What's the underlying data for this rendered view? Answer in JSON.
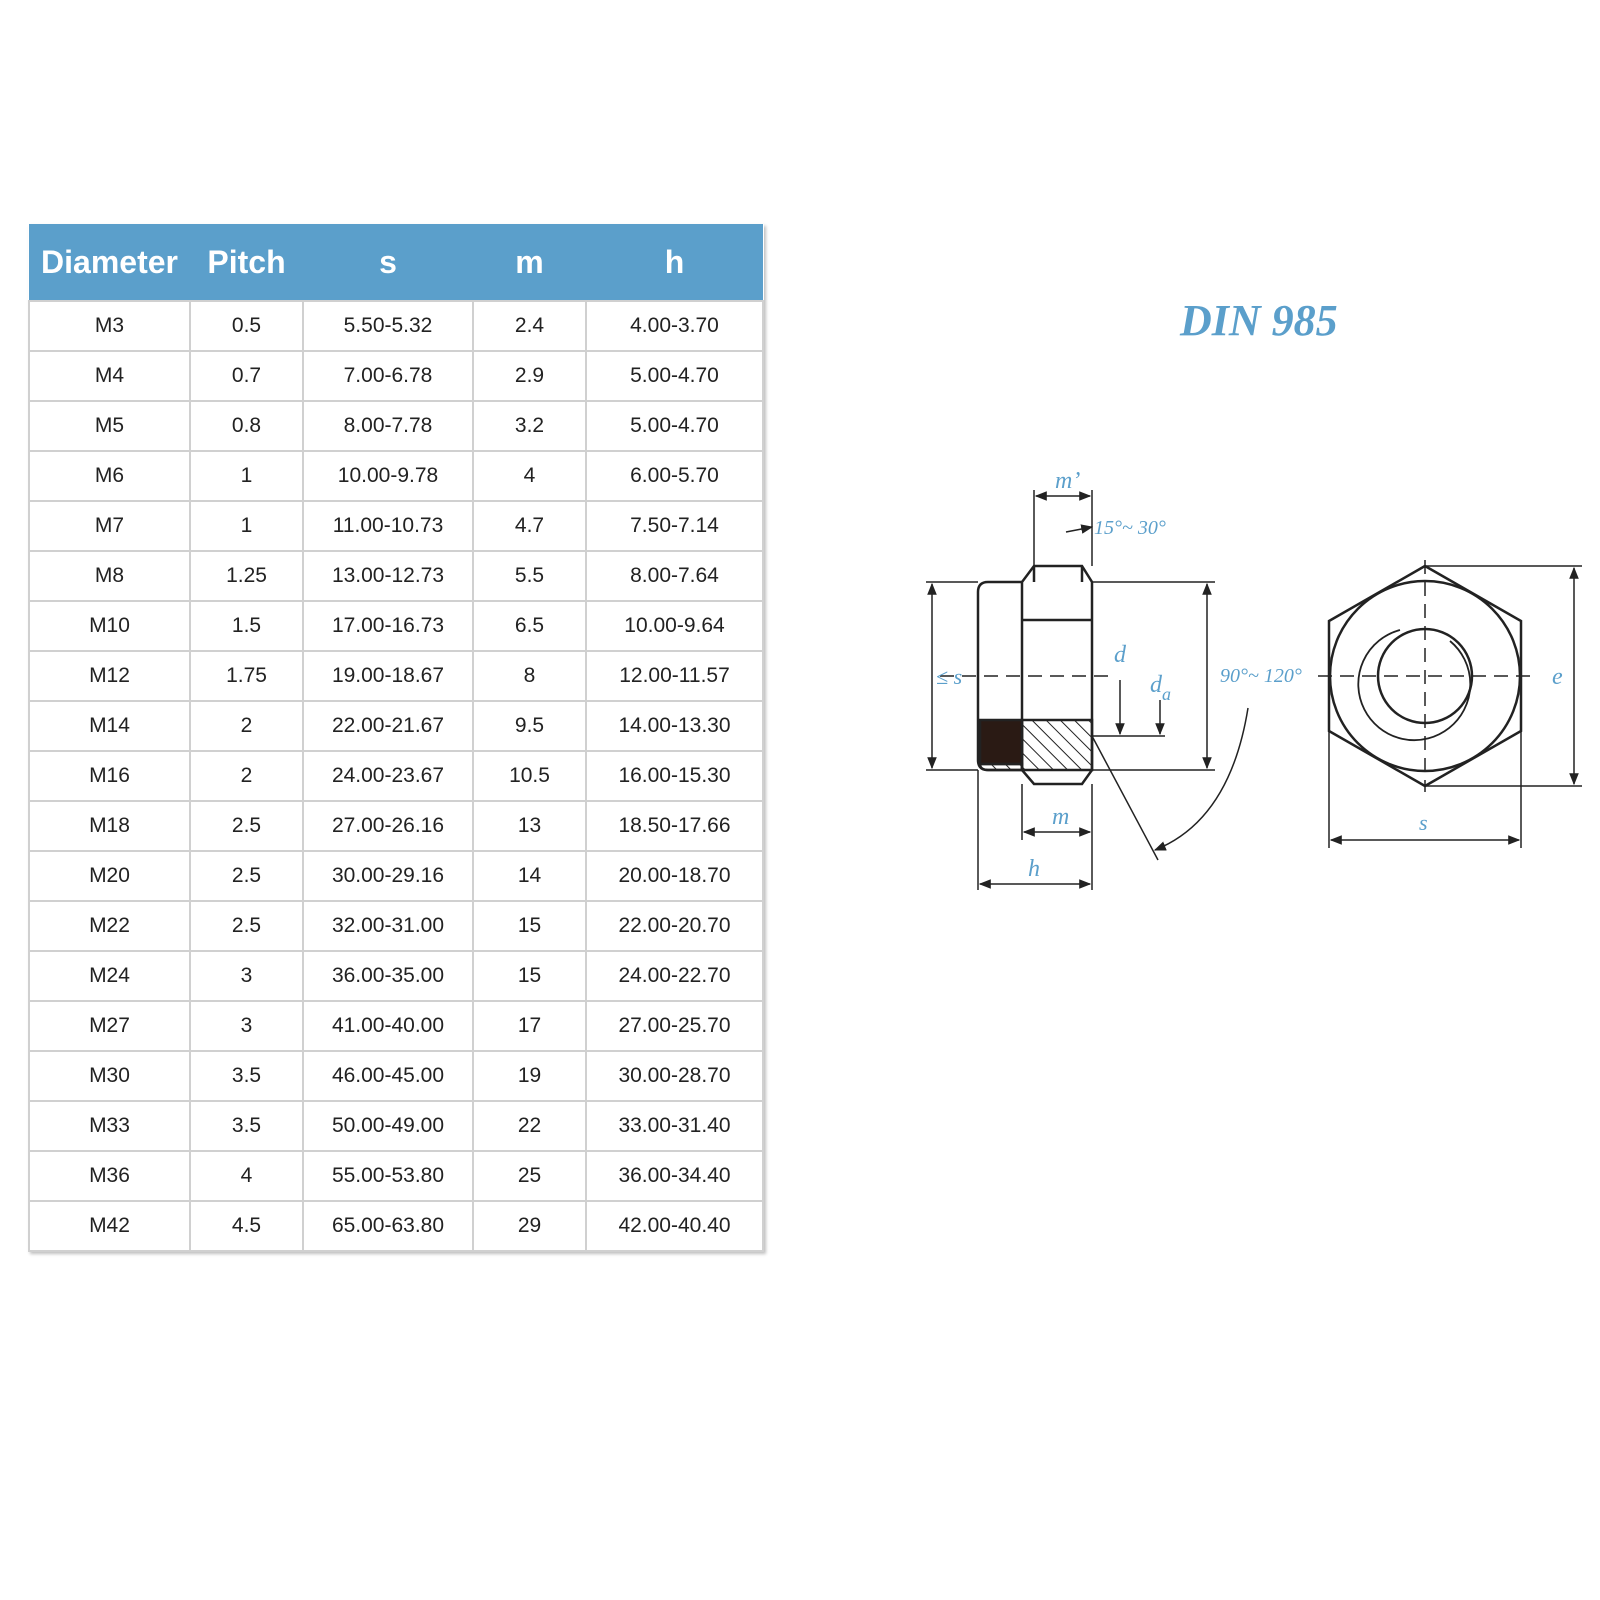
{
  "table": {
    "headers": [
      "Diameter",
      "Pitch",
      "s",
      "m",
      "h"
    ],
    "rows": [
      [
        "M3",
        "0.5",
        "5.50-5.32",
        "2.4",
        "4.00-3.70"
      ],
      [
        "M4",
        "0.7",
        "7.00-6.78",
        "2.9",
        "5.00-4.70"
      ],
      [
        "M5",
        "0.8",
        "8.00-7.78",
        "3.2",
        "5.00-4.70"
      ],
      [
        "M6",
        "1",
        "10.00-9.78",
        "4",
        "6.00-5.70"
      ],
      [
        "M7",
        "1",
        "11.00-10.73",
        "4.7",
        "7.50-7.14"
      ],
      [
        "M8",
        "1.25",
        "13.00-12.73",
        "5.5",
        "8.00-7.64"
      ],
      [
        "M10",
        "1.5",
        "17.00-16.73",
        "6.5",
        "10.00-9.64"
      ],
      [
        "M12",
        "1.75",
        "19.00-18.67",
        "8",
        "12.00-11.57"
      ],
      [
        "M14",
        "2",
        "22.00-21.67",
        "9.5",
        "14.00-13.30"
      ],
      [
        "M16",
        "2",
        "24.00-23.67",
        "10.5",
        "16.00-15.30"
      ],
      [
        "M18",
        "2.5",
        "27.00-26.16",
        "13",
        "18.50-17.66"
      ],
      [
        "M20",
        "2.5",
        "30.00-29.16",
        "14",
        "20.00-18.70"
      ],
      [
        "M22",
        "2.5",
        "32.00-31.00",
        "15",
        "22.00-20.70"
      ],
      [
        "M24",
        "3",
        "36.00-35.00",
        "15",
        "24.00-22.70"
      ],
      [
        "M27",
        "3",
        "41.00-40.00",
        "17",
        "27.00-25.70"
      ],
      [
        "M30",
        "3.5",
        "46.00-45.00",
        "19",
        "30.00-28.70"
      ],
      [
        "M33",
        "3.5",
        "50.00-49.00",
        "22",
        "33.00-31.40"
      ],
      [
        "M36",
        "4",
        "55.00-53.80",
        "25",
        "36.00-34.40"
      ],
      [
        "M42",
        "4.5",
        "65.00-63.80",
        "29",
        "42.00-40.40"
      ]
    ]
  },
  "diagram": {
    "title": "DIN 985",
    "labels": {
      "m_prime": "m’",
      "angle_top": "15°~ 30°",
      "s_le": "≤ s",
      "d": "d",
      "da_main": "d",
      "da_sub": "a",
      "angle_side": "90°~ 120°",
      "m": "m",
      "h": "h",
      "e": "e",
      "s": "s"
    }
  },
  "colors": {
    "accent": "#5b9fcb",
    "line": "#222222"
  }
}
